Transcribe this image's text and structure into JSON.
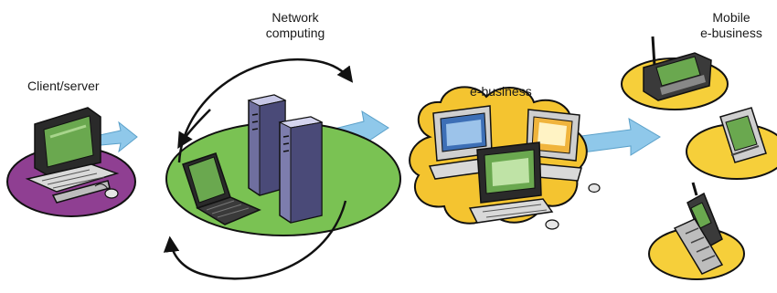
{
  "stages": {
    "client_server": {
      "label": "Client/server"
    },
    "network": {
      "label_line1": "Network",
      "label_line2": "computing"
    },
    "ebusiness": {
      "label": "e-business"
    },
    "mobile": {
      "label_line1": "Mobile",
      "label_line2": "e-business"
    }
  },
  "colors": {
    "client_disc": "#8f3f92",
    "network_disc": "#7ac253",
    "cloud": "#f4c430",
    "mobile_disc": "#f6cf3a",
    "arrow": "#8fc8ea",
    "monitor": "#c9c9c9",
    "screen": "#6aa84f",
    "server": "#6f6f9f",
    "outline": "#111111"
  },
  "icons": [
    "desktop-computer-icon",
    "server-icon",
    "laptop-icon",
    "cloud-icon",
    "phone-icon",
    "pda-icon",
    "mouse-icon",
    "cycle-arrow-icon",
    "progress-arrow-icon"
  ]
}
